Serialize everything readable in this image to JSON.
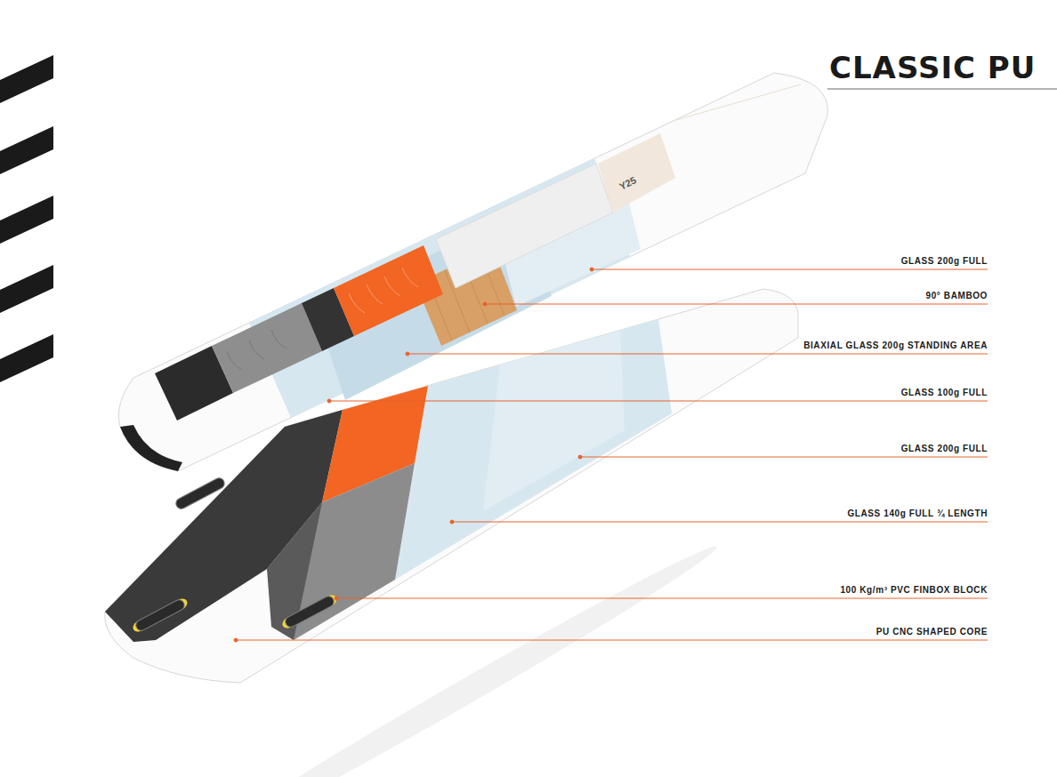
{
  "diagram": {
    "title": "CLASSIC PU",
    "labels": [
      "GLASS 200g FULL",
      "90° BAMBOO",
      "BIAXIAL GLASS 200g STANDING AREA",
      "GLASS 100g FULL",
      "GLASS 200g FULL",
      "GLASS 140g FULL ¾ LENGTH",
      "100 Kg/m³ PVC FINBOX BLOCK",
      "PU CNC SHAPED CORE",
      "Y25"
    ]
  }
}
